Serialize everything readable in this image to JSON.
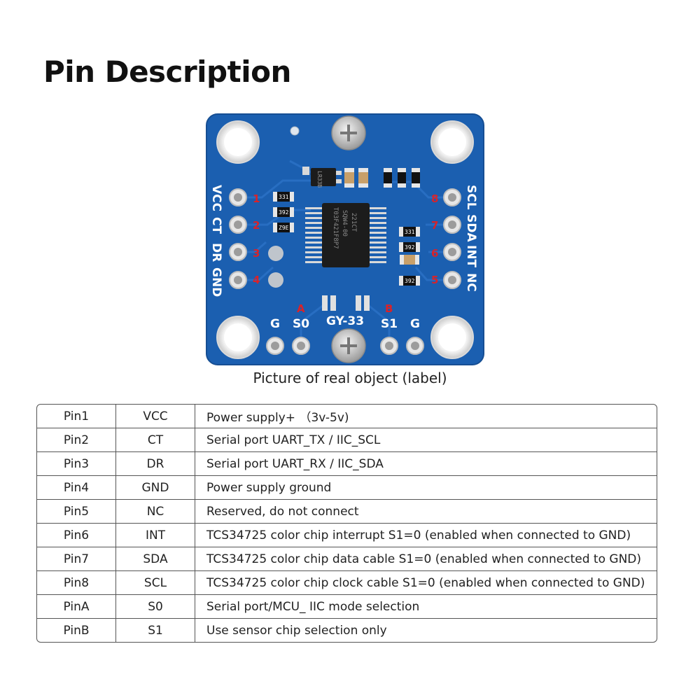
{
  "page": {
    "title": "Pin Description",
    "caption": "Picture of real object (label)"
  },
  "board": {
    "color": "#1b5fb0",
    "left_labels": [
      "VCC",
      "CT",
      "DR",
      "GND"
    ],
    "right_labels": [
      "SCL",
      "SDA",
      "INT",
      "NC"
    ],
    "left_numbers": [
      "1",
      "2",
      "3",
      "4"
    ],
    "right_numbers": [
      "8",
      "7",
      "6",
      "5"
    ],
    "bottom_labels": [
      "G",
      "S0",
      "GY-33",
      "S1",
      "G"
    ],
    "bottom_marks": [
      "A",
      "B"
    ],
    "chip_lines": [
      "T03F421F8P7",
      "SQW4-00",
      "221CT"
    ],
    "regulator_text": "LR33B",
    "resistor_codes": [
      "331",
      "392",
      "Z9E",
      "331",
      "392",
      "392"
    ]
  },
  "table": {
    "rows": [
      {
        "pin": "Pin1",
        "name": "VCC",
        "desc": "Power supply+ （3v-5v)"
      },
      {
        "pin": "Pin2",
        "name": "CT",
        "desc": "Serial port UART_TX / IIC_SCL"
      },
      {
        "pin": "Pin3",
        "name": "DR",
        "desc": "Serial port UART_RX / IIC_SDA"
      },
      {
        "pin": "Pin4",
        "name": "GND",
        "desc": "Power supply ground"
      },
      {
        "pin": "Pin5",
        "name": "NC",
        "desc": "Reserved, do not connect"
      },
      {
        "pin": "Pin6",
        "name": "INT",
        "desc": "TCS34725 color chip interrupt S1=0 (enabled when connected to GND)"
      },
      {
        "pin": "Pin7",
        "name": "SDA",
        "desc": "TCS34725 color chip data cable S1=0 (enabled when connected to GND)"
      },
      {
        "pin": "Pin8",
        "name": "SCL",
        "desc": "TCS34725 color chip clock cable S1=0 (enabled when connected to GND)"
      },
      {
        "pin": "PinA",
        "name": "S0",
        "desc": "Serial port/MCU_ IIC mode selection"
      },
      {
        "pin": "PinB",
        "name": "S1",
        "desc": "Use sensor chip selection only"
      }
    ]
  }
}
